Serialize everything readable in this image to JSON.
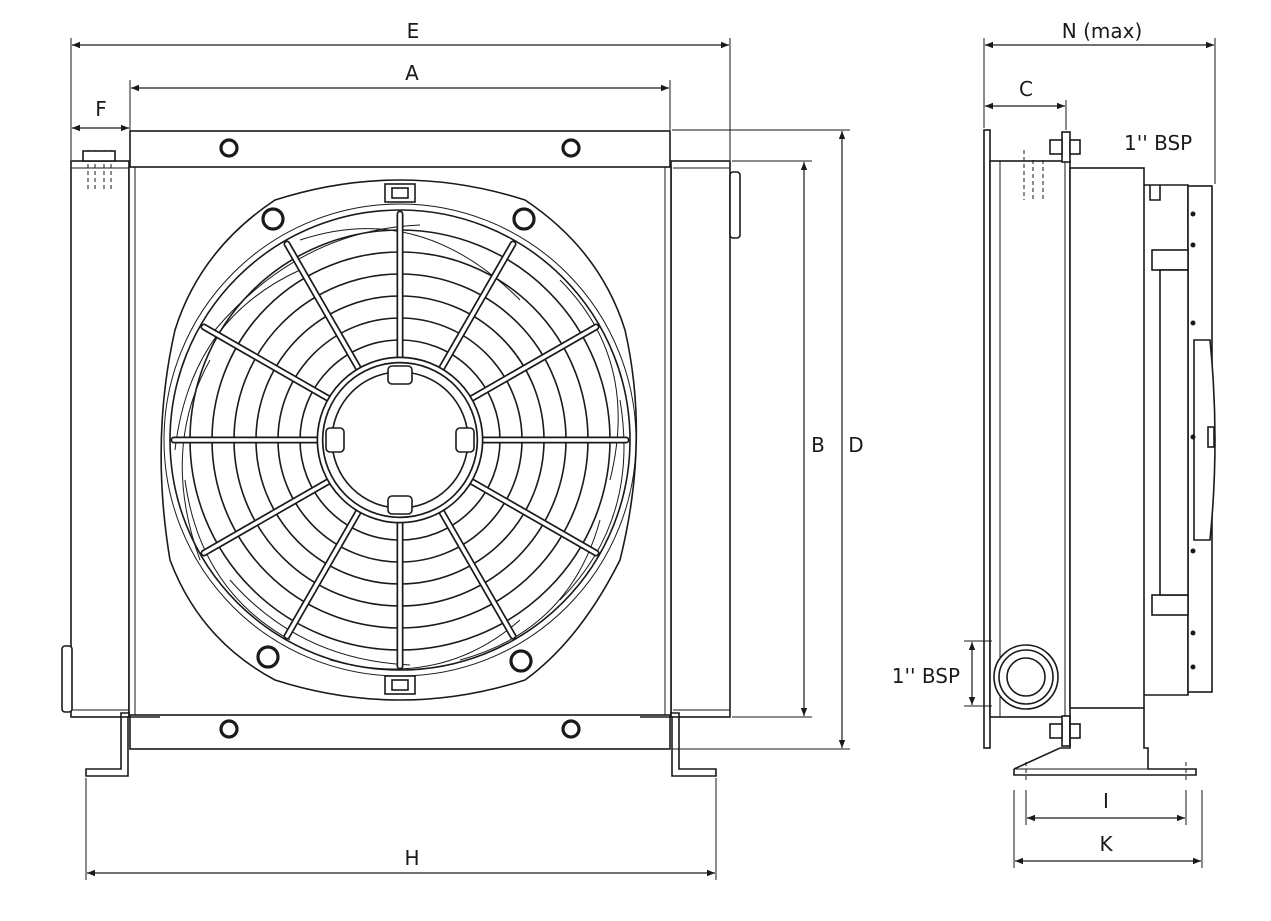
{
  "dimensions": {
    "E": "E",
    "A": "A",
    "F": "F",
    "B": "B",
    "D": "D",
    "H": "H",
    "N": "N (max)",
    "C": "C",
    "I": "I",
    "K": "K"
  },
  "ports": {
    "top": "1'' BSP",
    "bottom": "1'' BSP"
  }
}
